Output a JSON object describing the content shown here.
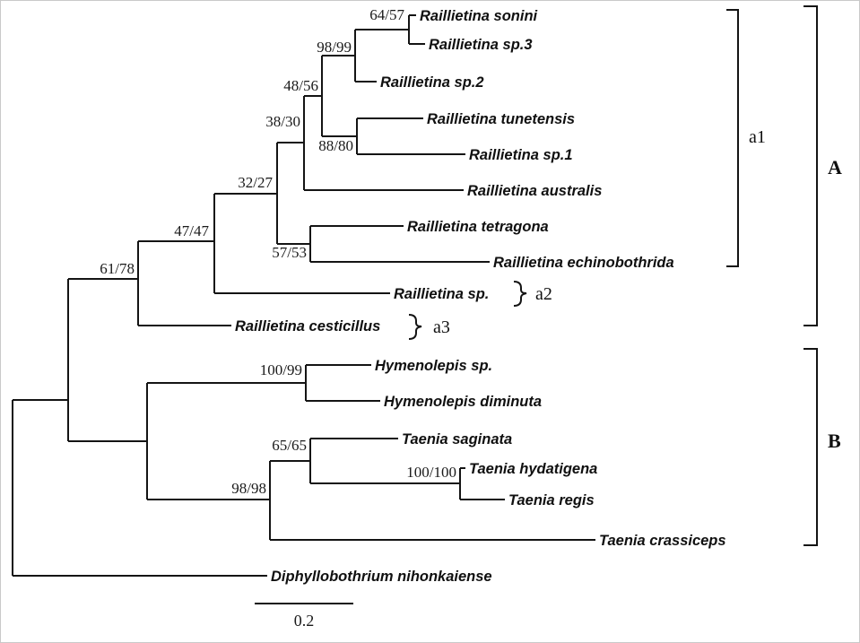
{
  "figure": {
    "type": "phylogenetic-tree",
    "scale_bar": "0.2"
  },
  "taxa": [
    {
      "name": "Raillietina sonini"
    },
    {
      "name": "Raillietina sp.3"
    },
    {
      "name": "Raillietina sp.2"
    },
    {
      "name": "Raillietina tunetensis"
    },
    {
      "name": "Raillietina sp.1"
    },
    {
      "name": "Raillietina australis"
    },
    {
      "name": "Raillietina tetragona"
    },
    {
      "name": "Raillietina echinobothrida"
    },
    {
      "name": "Raillietina sp."
    },
    {
      "name": "Raillietina cesticillus"
    },
    {
      "name": "Hymenolepis sp."
    },
    {
      "name": "Hymenolepis diminuta"
    },
    {
      "name": "Taenia saginata"
    },
    {
      "name": "Taenia hydatigena"
    },
    {
      "name": "Taenia regis"
    },
    {
      "name": "Taenia crassiceps"
    },
    {
      "name": "Diphyllobothrium nihonkaiense"
    }
  ],
  "supports": [
    {
      "node": "sonini-sp3",
      "value": "64/57"
    },
    {
      "node": "sonini-sp3-sp2",
      "value": "98/99"
    },
    {
      "node": "upper-raillietina",
      "value": "48/56"
    },
    {
      "node": "tunetensis-sp1",
      "value": "88/80"
    },
    {
      "node": "plus-australis",
      "value": "38/30"
    },
    {
      "node": "plus-tetragona-echinobothrida",
      "value": "32/27"
    },
    {
      "node": "tetragona-echinobothrida",
      "value": "57/53"
    },
    {
      "node": "a1-plus-a2",
      "value": "47/47"
    },
    {
      "node": "raillietina-clade",
      "value": "61/78"
    },
    {
      "node": "hymenolepis-pair",
      "value": "100/99"
    },
    {
      "node": "saginata-hydatigena-regis",
      "value": "65/65"
    },
    {
      "node": "hydatigena-regis",
      "value": "100/100"
    },
    {
      "node": "taenia-clade",
      "value": "98/98"
    }
  ],
  "clades": {
    "a1": "a1",
    "a2": "a2",
    "a3": "a3",
    "A": "A",
    "B": "B"
  }
}
